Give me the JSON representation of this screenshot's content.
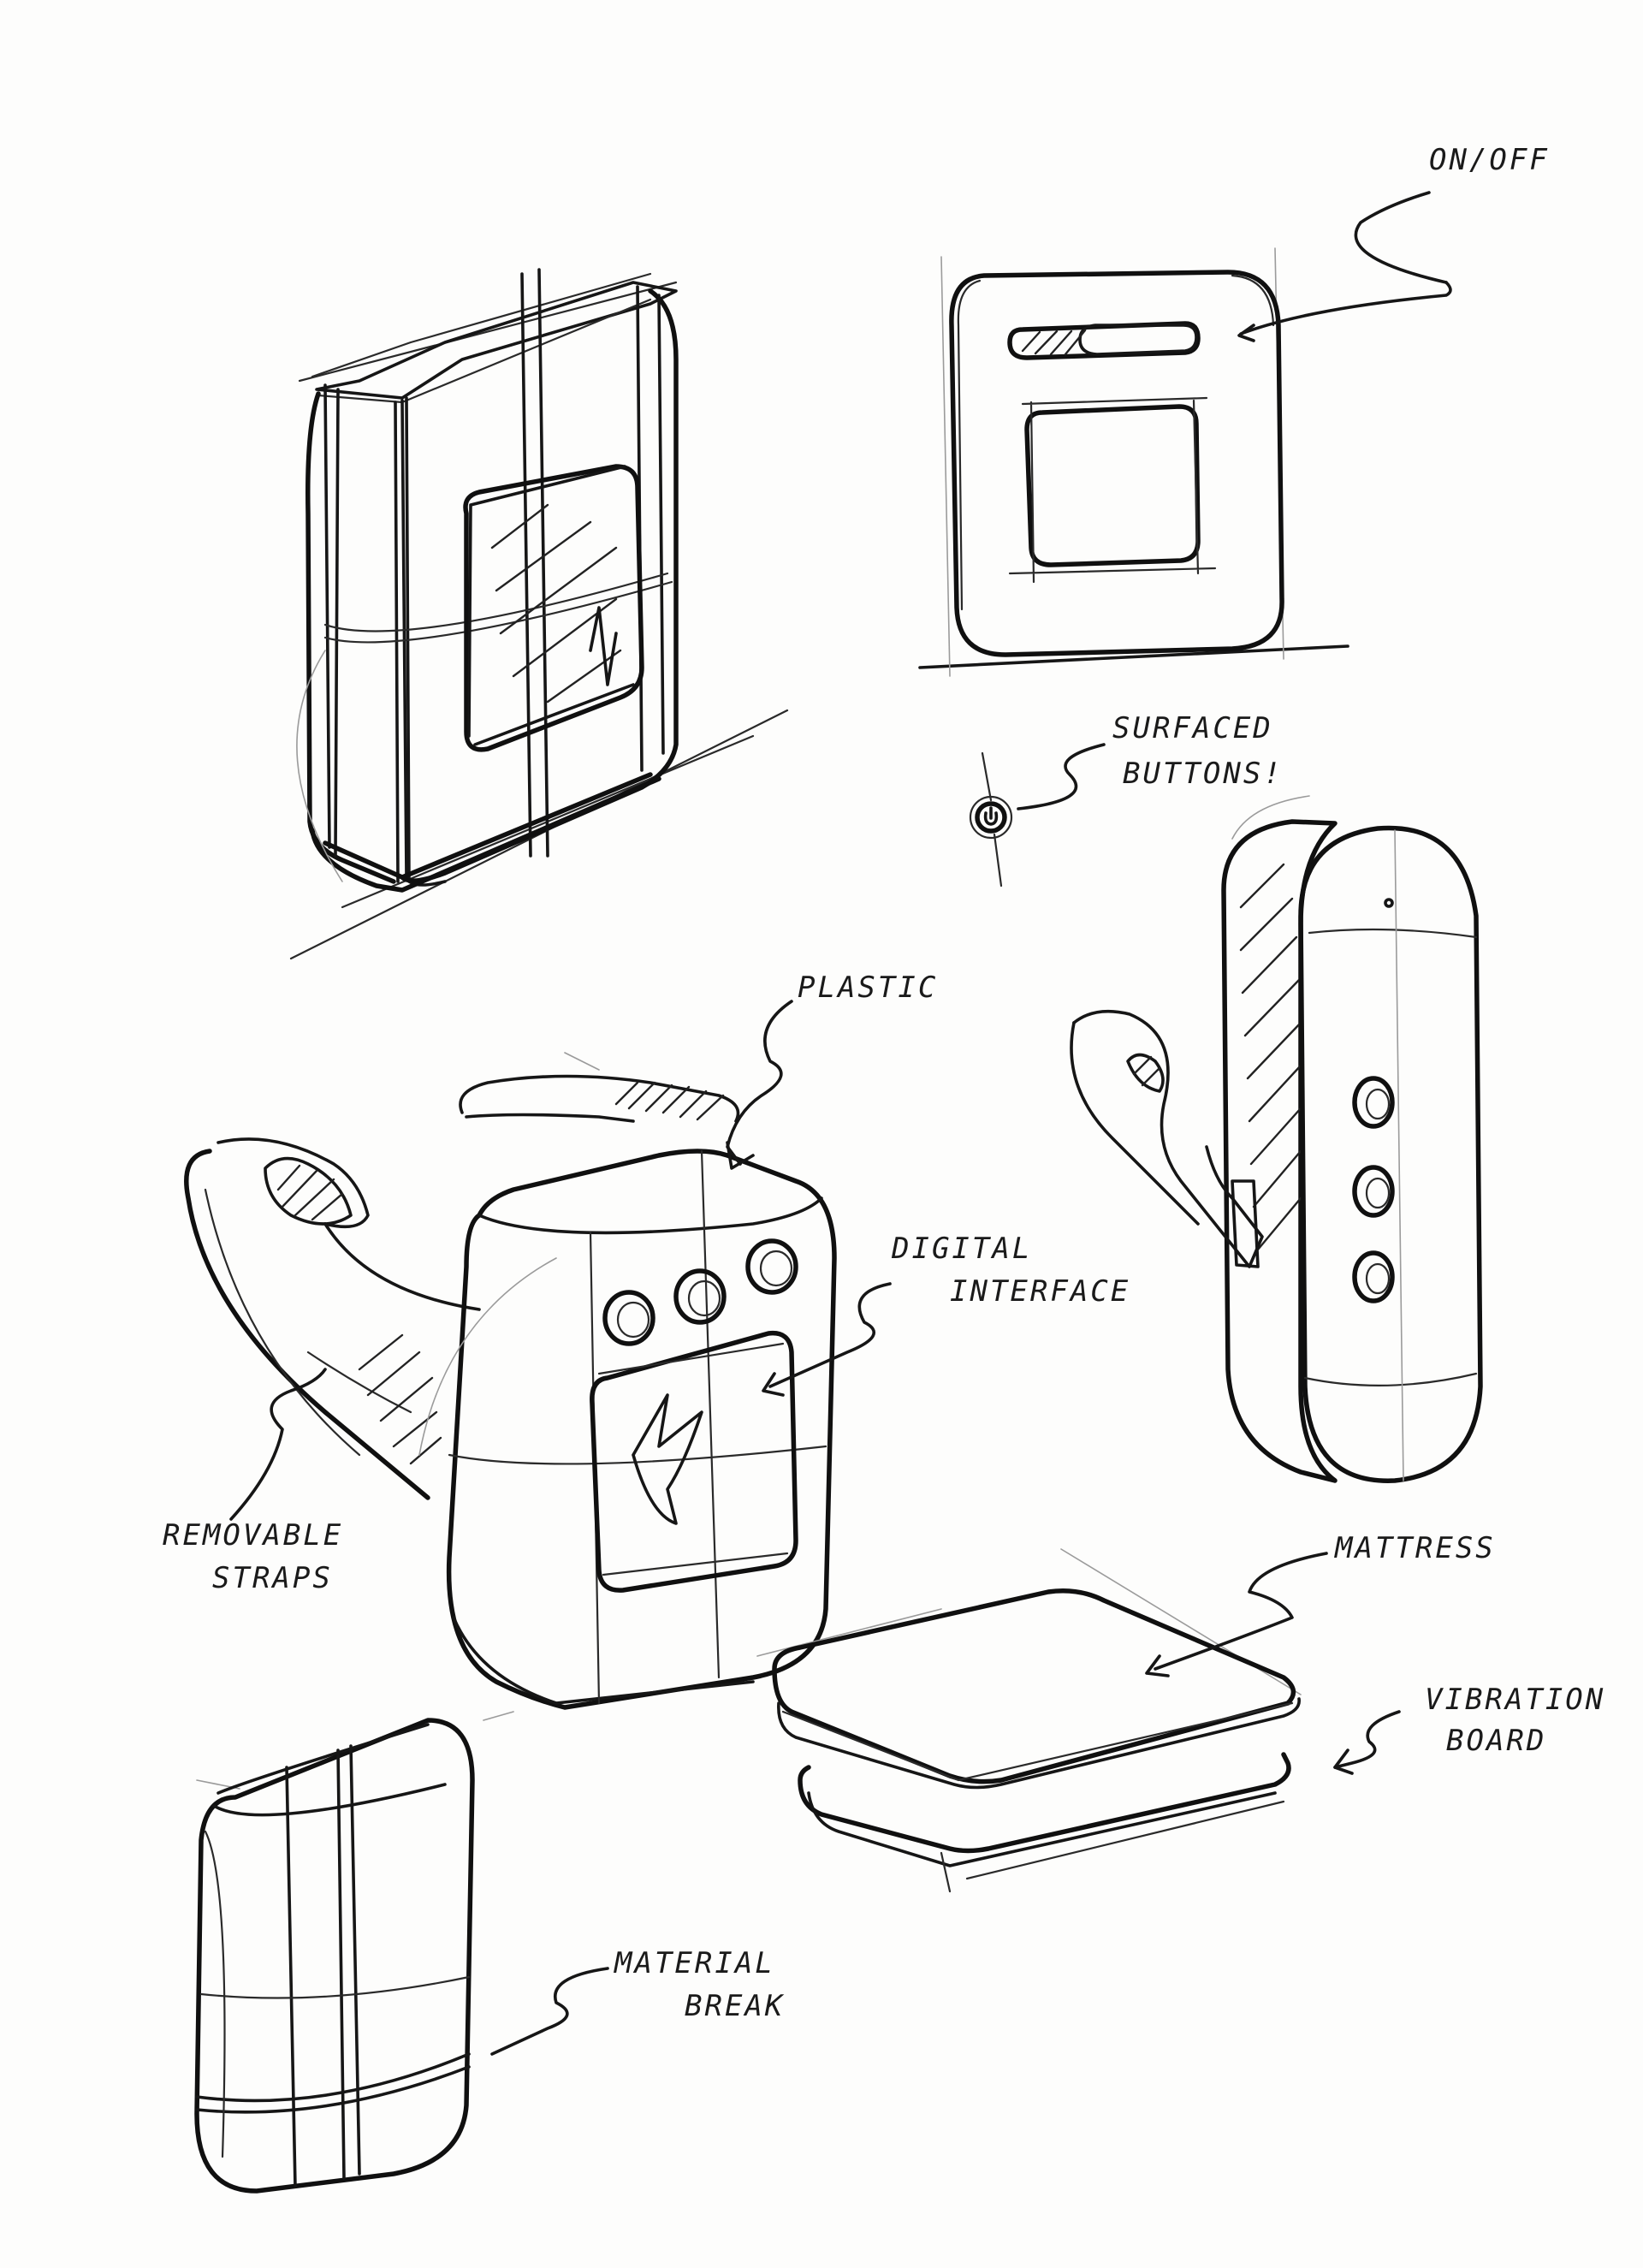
{
  "labels": {
    "on_off": "ON/OFF",
    "surfaced_buttons_1": "SURFACED",
    "surfaced_buttons_2": "BUTTONS!",
    "plastic": "PLASTIC",
    "digital_interface_1": "DIGITAL",
    "digital_interface_2": "INTERFACE",
    "removable_straps_1": "REMOVABLE",
    "removable_straps_2": "STRAPS",
    "mattress": "MATTRESS",
    "vibration_board_1": "VIBRATION",
    "vibration_board_2": "BOARD",
    "material_break_1": "MATERIAL",
    "material_break_2": "BREAK"
  },
  "colors": {
    "paper": "#fdfdfc",
    "ink": "#1b1b1b"
  }
}
